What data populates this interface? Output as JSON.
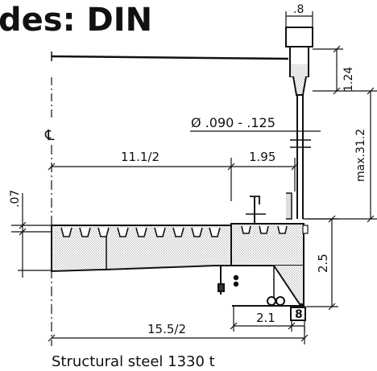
{
  "title": "des: DIN",
  "labels": {
    "top_width": ".8",
    "cable_height": "1.24",
    "diameter": "Ø .090 - .125",
    "max_height": "max.31.2",
    "centerline": "℄",
    "half_span_inner": "11.1/2",
    "cantilever": "1.95",
    "deck_drop": ".07",
    "girder_depth": "2.5",
    "base_width": "2.1",
    "base_small": "8",
    "half_span_total": "15.5/2"
  },
  "caption": "Structural steel 1330 t",
  "colors": {
    "ink": "#111111",
    "hatch": "#bfbfbf",
    "paper": "#ffffff"
  }
}
